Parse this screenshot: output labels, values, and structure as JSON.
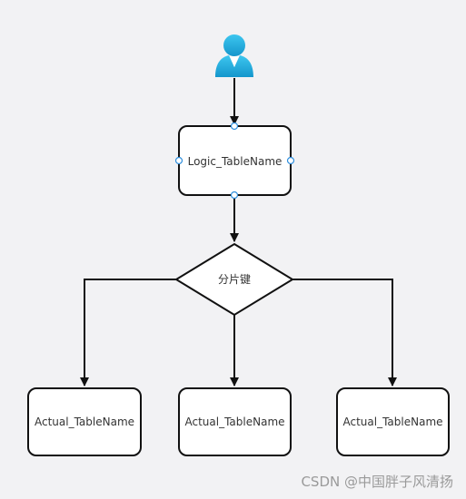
{
  "diagram": {
    "logic_table": {
      "label": "Logic_TableName"
    },
    "decision": {
      "label": "分片键"
    },
    "actual_tables": [
      {
        "label": "Actual_TableName"
      },
      {
        "label": "Actual_TableName"
      },
      {
        "label": "Actual_TableName"
      }
    ],
    "user_icon": {
      "icon": "user-icon",
      "color": "#1ba6d8"
    }
  },
  "watermark": {
    "text": "CSDN @中国胖子风清扬"
  },
  "colors": {
    "background": "#f2f2f4",
    "node_fill": "#ffffff",
    "node_stroke": "#111111",
    "handle_stroke": "#2f8fdd",
    "text": "#333333",
    "watermark": "#9a9a9a"
  }
}
